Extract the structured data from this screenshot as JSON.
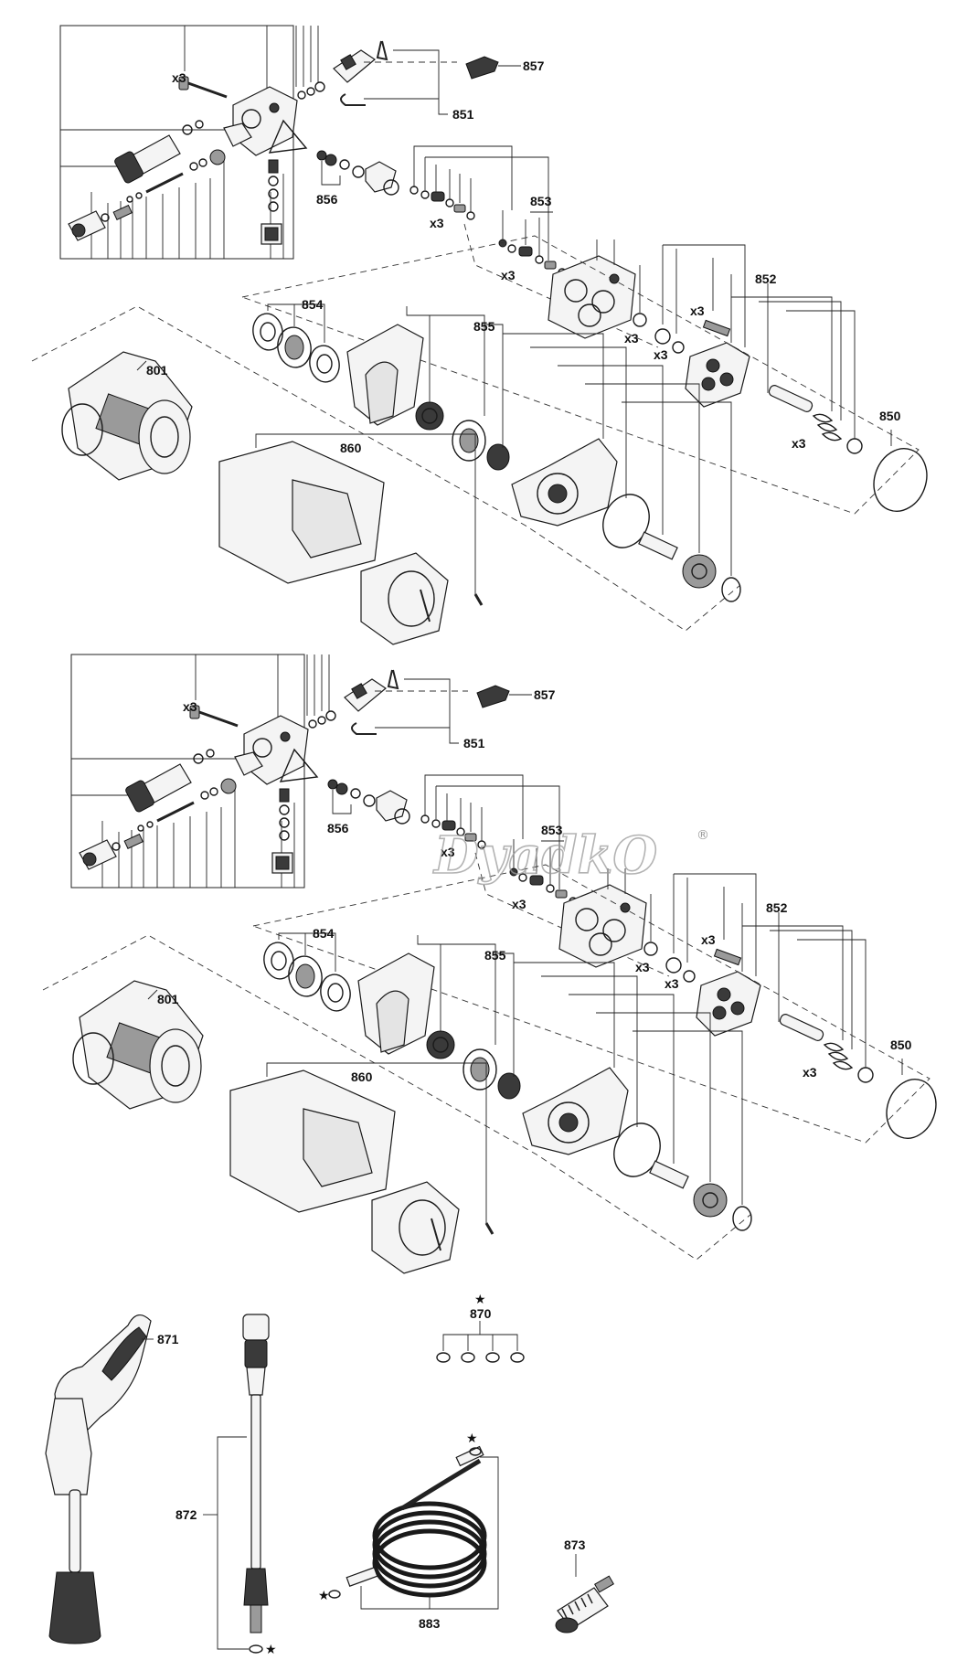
{
  "top_assembly": {
    "labels": {
      "qty_bolts": "x3",
      "part_857": "857",
      "part_851": "851",
      "part_856": "856",
      "part_853": "853",
      "qty_853_a": "x3",
      "qty_853_b": "x3",
      "part_852": "852",
      "qty_852_bolts": "x3",
      "qty_852_a": "x3",
      "qty_852_b": "x3",
      "qty_852_springs": "x3",
      "part_850": "850",
      "part_854": "854",
      "part_855": "855",
      "part_801": "801",
      "part_860": "860"
    }
  },
  "bottom_assembly": {
    "labels": {
      "qty_bolts": "x3",
      "part_857": "857",
      "part_851": "851",
      "part_856": "856",
      "part_853": "853",
      "qty_853_a": "x3",
      "qty_853_b": "x3",
      "part_852": "852",
      "qty_852_bolts": "x3",
      "qty_852_a": "x3",
      "qty_852_b": "x3",
      "qty_852_springs": "x3",
      "part_850": "850",
      "part_854": "854",
      "part_855": "855",
      "part_801": "801",
      "part_860": "860"
    }
  },
  "accessories": {
    "part_870": "870",
    "part_871": "871",
    "part_872": "872",
    "part_873": "873",
    "part_883": "883",
    "star_symbol": "★"
  },
  "watermark": {
    "text": "DyadkO",
    "registered": "®"
  },
  "colors": {
    "line": "#222222",
    "watermark": "#9a9a9a"
  }
}
